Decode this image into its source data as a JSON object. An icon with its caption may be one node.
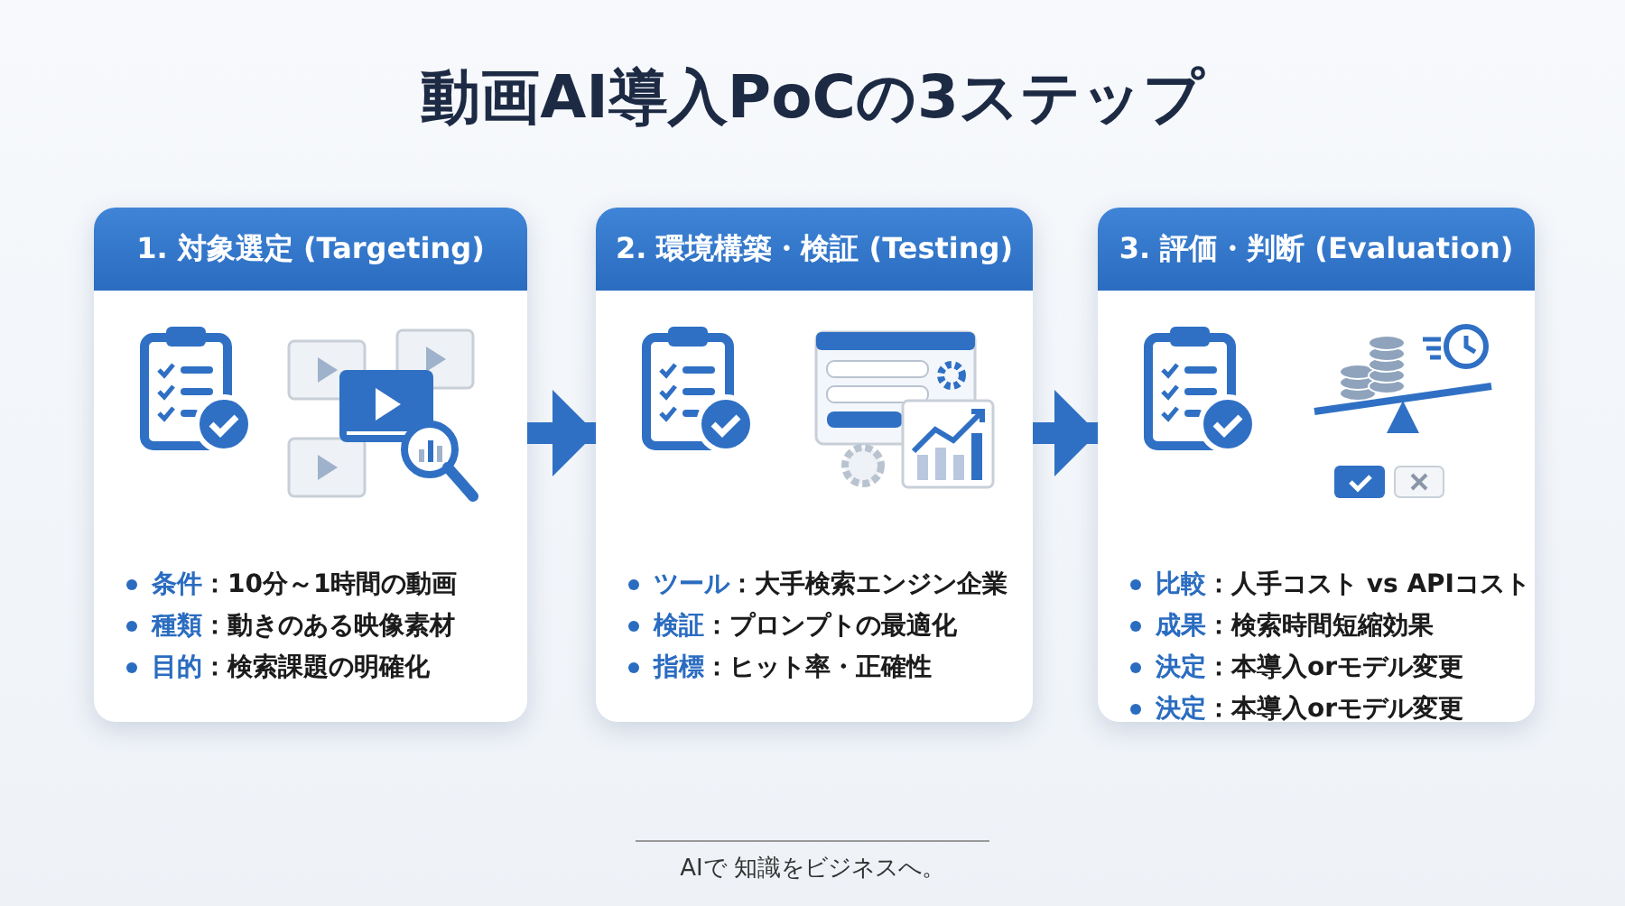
{
  "diagram": {
    "title": "動画AI導入PoCの3ステップ",
    "nodes": [
      {
        "text": [
          "1. 対象選定 (Targeting)",
          "条件：10分～1時間の動画",
          "種類：動きのある映像素材",
          "目的：検索課題の明確化"
        ]
      },
      {
        "text": [
          "2. 環境構築・検証 (Testing)",
          "ツール：大手検索エンジン企業",
          "検証：プロンプトの最適化",
          "指標：ヒット率・正確性"
        ]
      },
      {
        "text": [
          "3. 評価・判断 (Evaluation)",
          "比較：人手コスト vs APIコスト",
          "成果：検索時間短縮効果",
          "決定：本導入orモデル変更",
          "決定：本導入orモデル変更"
        ]
      }
    ],
    "edges": [
      {
        "from": 0,
        "to": 1,
        "arrow": "to"
      },
      {
        "from": 1,
        "to": 2,
        "arrow": "to"
      }
    ],
    "labels": [
      "AIで 知識をビジネスへ。"
    ]
  }
}
